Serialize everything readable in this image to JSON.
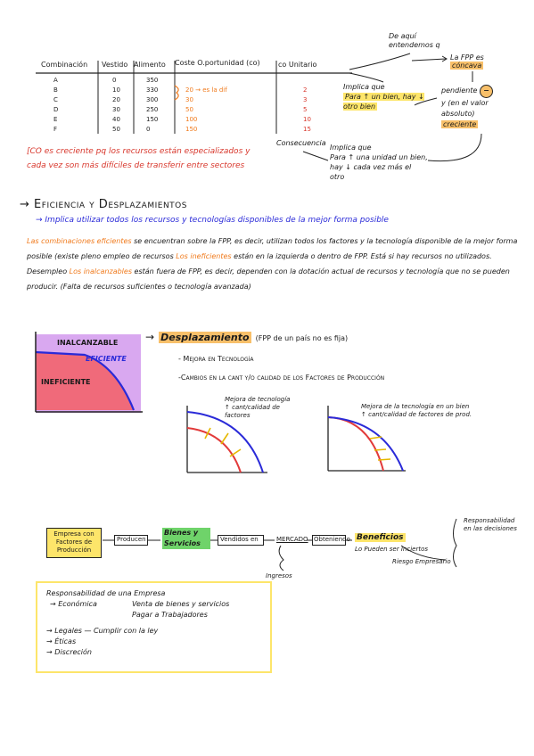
{
  "table": {
    "headers": [
      "Combinación",
      "Vestido",
      "Alimento",
      "Coste O.portunidad (co)",
      "co Unitario"
    ],
    "rows": [
      {
        "comb": "A",
        "vestido": "0",
        "alimento": "350",
        "coste": "",
        "unit": ""
      },
      {
        "comb": "B",
        "vestido": "10",
        "alimento": "330",
        "coste": "20 → es la dif",
        "unit": "2"
      },
      {
        "comb": "C",
        "vestido": "20",
        "alimento": "300",
        "coste": "30",
        "unit": "3"
      },
      {
        "comb": "D",
        "vestido": "30",
        "alimento": "250",
        "coste": "50",
        "unit": "5"
      },
      {
        "comb": "E",
        "vestido": "40",
        "alimento": "150",
        "coste": "100",
        "unit": "10"
      },
      {
        "comb": "F",
        "vestido": "50",
        "alimento": "0",
        "coste": "150",
        "unit": "15"
      }
    ]
  },
  "co_note": {
    "prefix": "[CO",
    "text": "es creciente pq los recursos están especializados y cada vez son más difíciles de transferir entre sectores"
  },
  "consecuencia": {
    "label": "Consecuencia",
    "implica1": "Implica que",
    "para1": "Para ↑ un bien, hay ↓ otro bien",
    "implica2": "Implica que",
    "para2": "Para ↑ una unidad un bien, hay ↓ cada vez más el otro"
  },
  "fpp": {
    "deaqui": "De aquí entendemos q",
    "fpp_es": "La FPP es",
    "concava": "cóncava",
    "pendiente": "pendiente",
    "minus": "−",
    "absolute": "y (en el valor absoluto)",
    "creciente": "creciente"
  },
  "section": {
    "arrow": "→",
    "title": "Eficiencia y Desplazamientos",
    "blue_line": "→ Implica utilizar todos los recursos y tecnologías disponibles de la mejor forma posible",
    "p1_hl": "Las combinaciones eficientes",
    "p1": "se encuentran sobre la FPP, es decir, utilizan todos los factores y la tecnología disponible de la mejor forma posible (existe pleno empleo de recursos",
    "p2_hl": "Los ineficientes",
    "p2": "están en la izquierda o dentro de FPP. Está si hay recursos no utilizados. Desempleo",
    "p3_hl": "Los inalcanzables",
    "p3": "están fuera de FPP, es decir, dependen con la dotación actual de recursos y tecnología que no se pueden producir. (Falta de recursos suficientes o tecnología avanzada)"
  },
  "chart_labels": {
    "inalcanzable": "INALCANZABLE",
    "eficiente": "EFICIENTE",
    "ineficiente": "INEFICIENTE"
  },
  "desplazamiento": {
    "title": "Desplazamiento",
    "note": "(FPP de un país no es fija)",
    "item1": "- Mejora en Tecnología",
    "item2": "-Cambios en la cant y/o calidad de los Factores de Producción",
    "g1_a": "Mejora de tecnología",
    "g1_b": "↑ cant/calidad de factores",
    "g2_a": "Mejora de la tecnología en un bien",
    "g2_b": "↑ cant/calidad de factores de prod."
  },
  "flow": {
    "empresa": "Empresa con Factores de Producción",
    "producen": "Producen",
    "bienes": "Bienes y Servicios",
    "vendidos": "Vendidos en",
    "mercado": "MERCADO",
    "obteniendo": "Obteniendo",
    "beneficios": "Beneficios",
    "ingresos": "Ingresos",
    "pueden": "Lo Pueden ser Inciertos",
    "riesgo": "Riesgo Empresario",
    "responsab": "Responsabilidad en las decisiones"
  },
  "resp": {
    "title": "Responsabilidad de una Empresa",
    "economica": "→ Económica",
    "venta": "Venta de bienes y servicios",
    "pagar": "Pagar a Trabajadores",
    "legales": "→ Legales — Cumplir con la ley",
    "eticas": "→ Éticas",
    "discrecion": "→ Discreción"
  },
  "colors": {
    "orange": "#f07a1c",
    "red": "#d8372c",
    "blue": "#2a2ad8",
    "pink": "#f06a7a",
    "violet": "#d9a8f0",
    "yellow": "#fde56a",
    "green": "#6fd36a"
  }
}
